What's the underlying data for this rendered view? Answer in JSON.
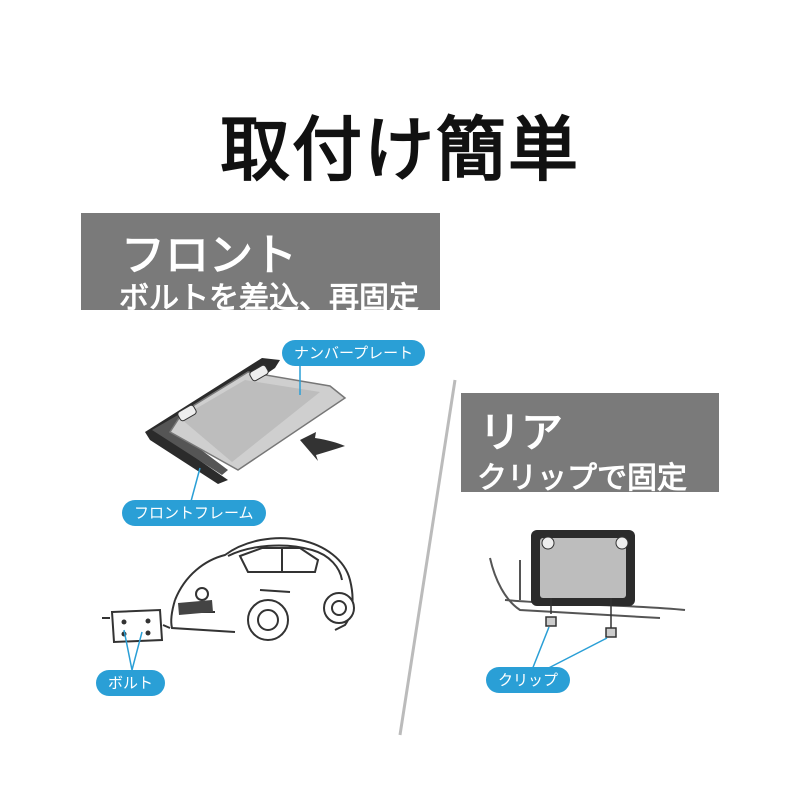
{
  "title": "取付け簡単",
  "front": {
    "heading": "フロント",
    "subheading": "ボルトを差込、再固定",
    "labels": {
      "plate": "ナンバープレート",
      "frame": "フロントフレーム",
      "bolt": "ボルト"
    }
  },
  "rear": {
    "heading": "リア",
    "subheading": "クリップで固定",
    "labels": {
      "clip": "クリップ"
    }
  },
  "colors": {
    "banner": "#7a7a7a",
    "label": "#2a9fd6",
    "line": "#333333"
  }
}
